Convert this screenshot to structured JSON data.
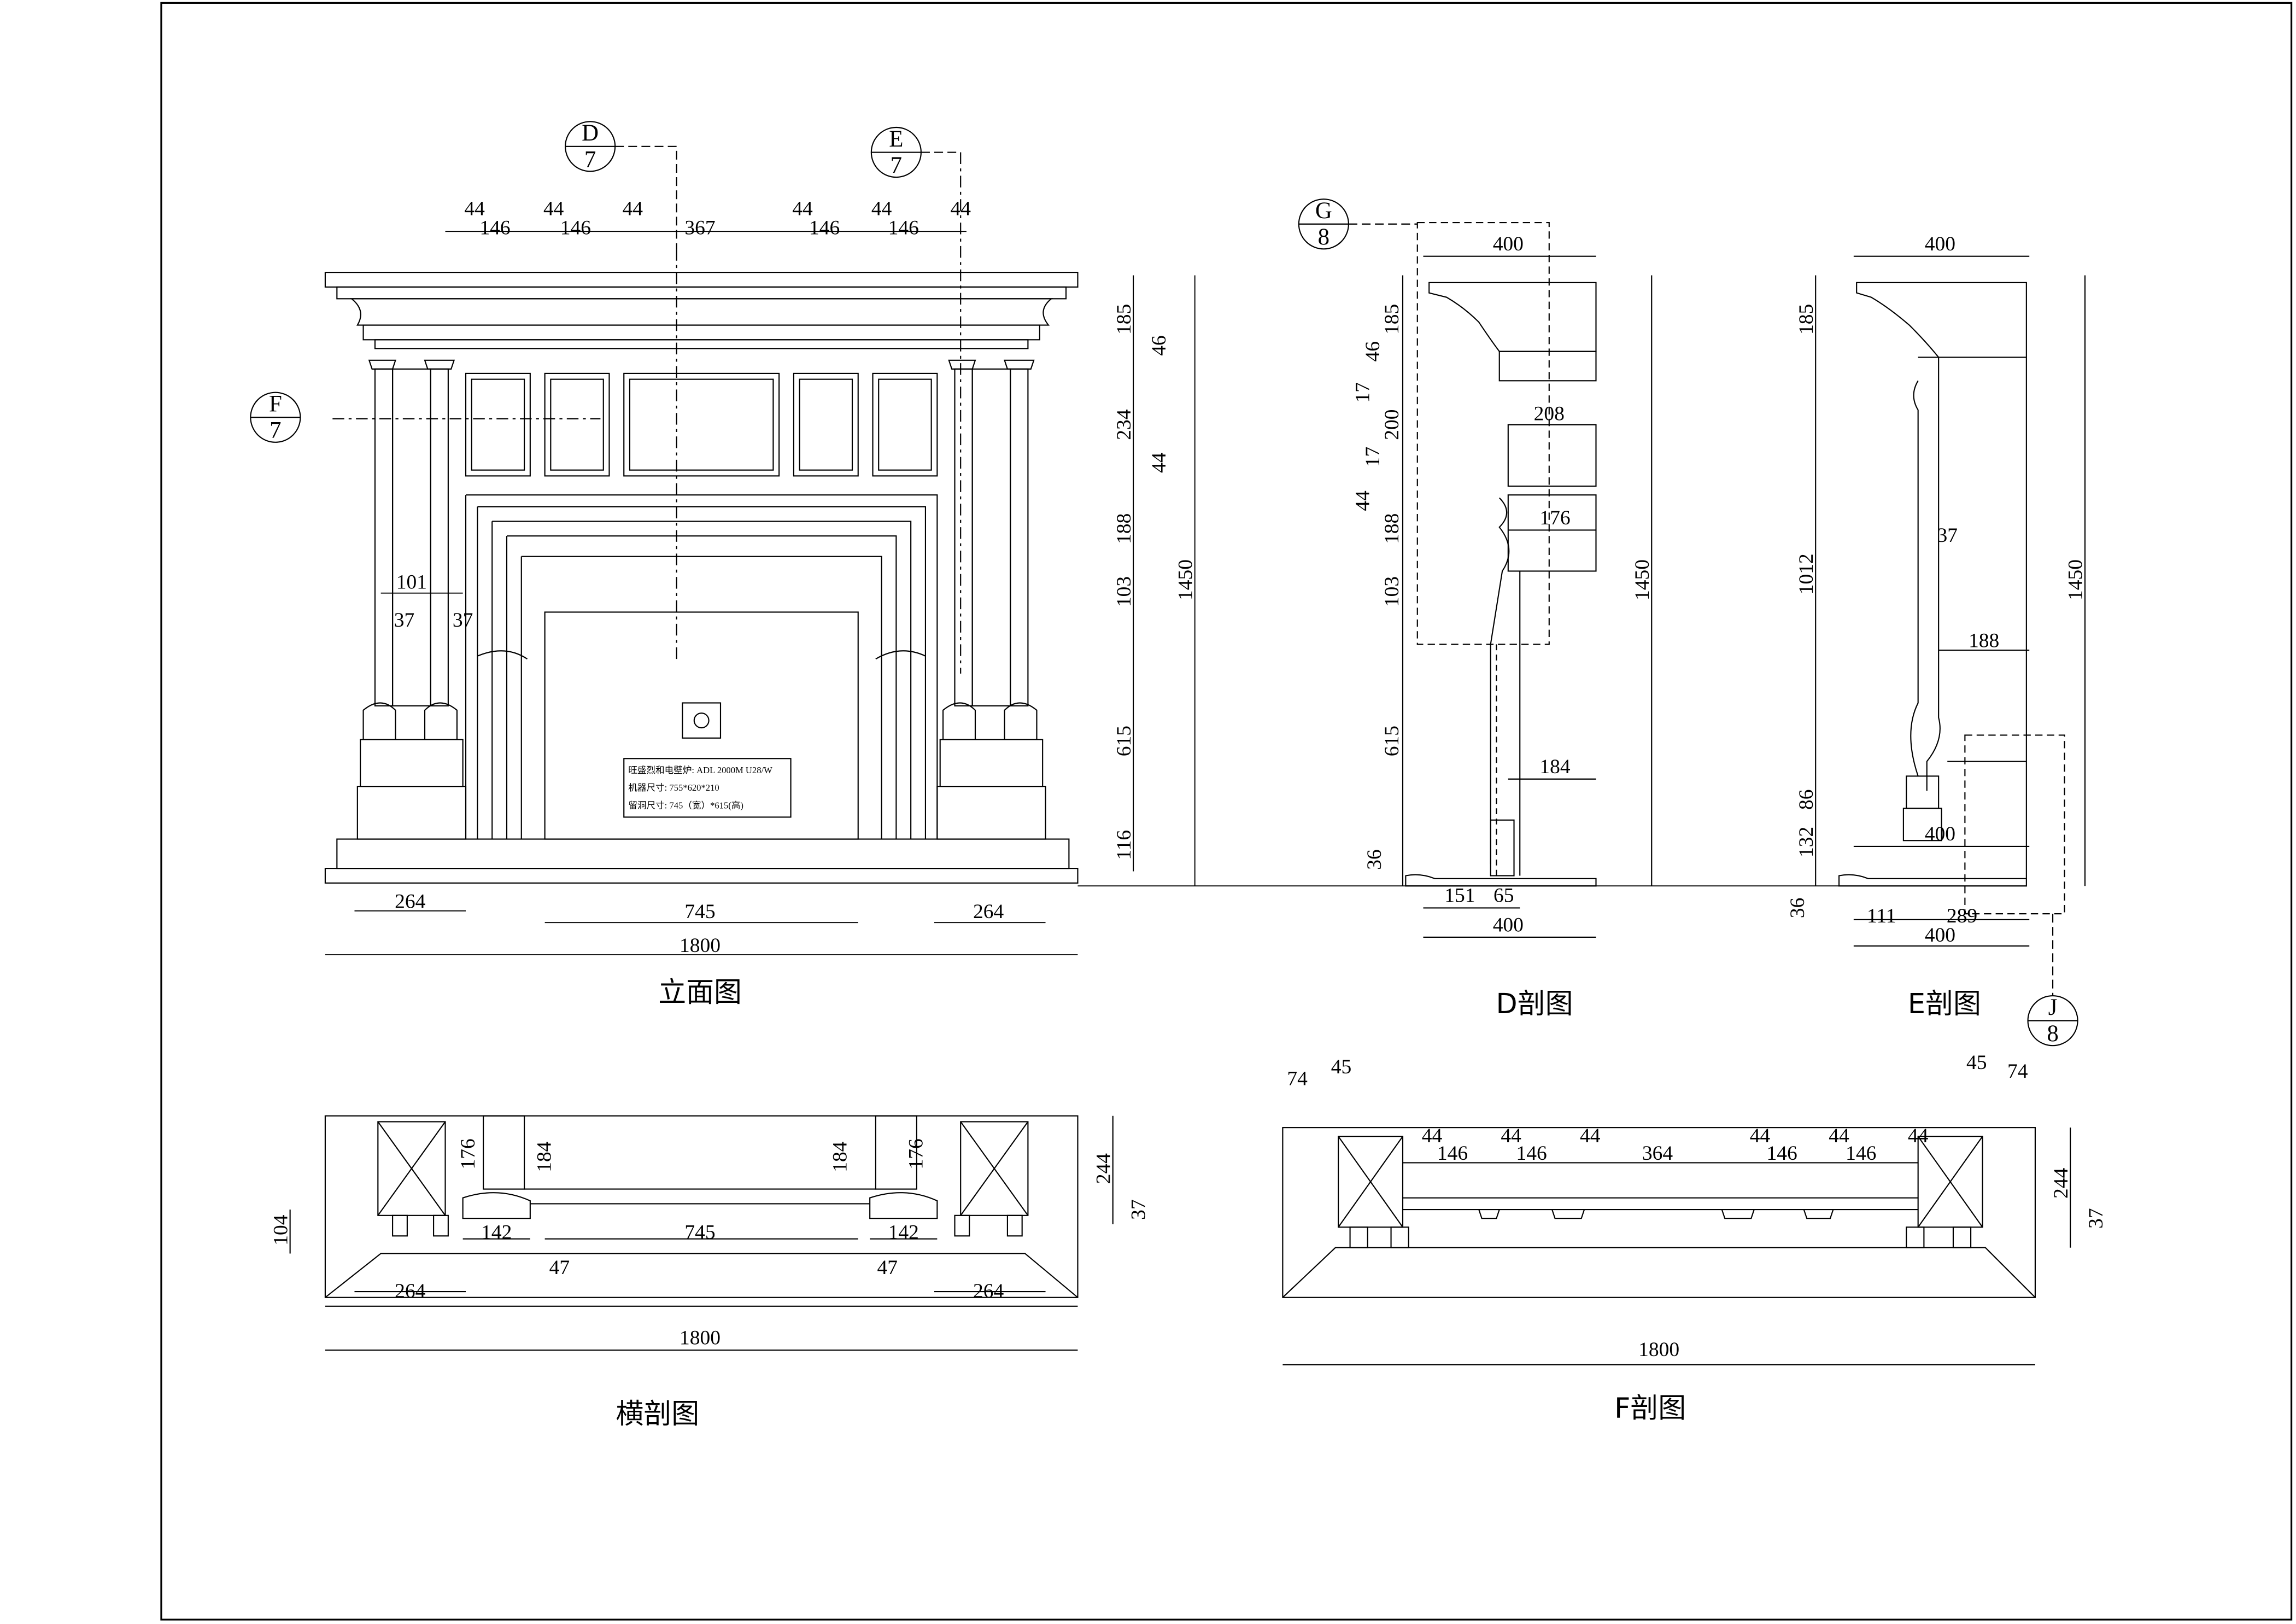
{
  "views": {
    "elevation": {
      "title": "立面图",
      "top_dims": [
        "44",
        "146",
        "44",
        "146",
        "44",
        "367",
        "44",
        "146",
        "44",
        "146",
        "44"
      ],
      "right_dims": [
        "185",
        "46",
        "234",
        "44",
        "188",
        "103",
        "615",
        "116"
      ],
      "total_height": "1450",
      "bottom_dims": [
        "264",
        "745",
        "264"
      ],
      "total_width": "1800",
      "column_dims": [
        "101",
        "37",
        "37"
      ],
      "note_lines": [
        "旺盛烈和电壁炉: ADL 2000M U28/W",
        "机器尺寸: 755*620*210",
        "留洞尺寸: 745（宽）*615(高)"
      ]
    },
    "section_d": {
      "title": "D剖图",
      "top_width": "400",
      "left_dims": [
        "185",
        "46",
        "17",
        "200",
        "17",
        "44",
        "188",
        "103",
        "615",
        "36"
      ],
      "inner_dims": [
        "208",
        "176",
        "184"
      ],
      "total_height": "1450",
      "bottom_dims": [
        "151",
        "65"
      ],
      "bottom_total": "400"
    },
    "section_e": {
      "title": "E剖图",
      "top_width": "400",
      "left_dims": [
        "185",
        "1012",
        "86",
        "132"
      ],
      "inner_dims": [
        "37",
        "188",
        "400"
      ],
      "total_height": "1450",
      "side_dim": "36",
      "bottom_dims": [
        "111",
        "289"
      ],
      "bottom_total": "400"
    },
    "plan": {
      "title": "横剖图",
      "vert_dims": [
        "176",
        "184",
        "184",
        "176"
      ],
      "right_dims": [
        "244",
        "37"
      ],
      "left_dim": "104",
      "inner_dims": [
        "142",
        "745",
        "142"
      ],
      "small_dims": [
        "47",
        "47"
      ],
      "bottom_dims": [
        "264",
        "264"
      ],
      "total_width": "1800"
    },
    "section_f": {
      "title": "F剖图",
      "corner_dims": [
        "74",
        "45",
        "45",
        "74"
      ],
      "top_dims": [
        "44",
        "146",
        "44",
        "146",
        "44",
        "364",
        "44",
        "146",
        "44",
        "146",
        "44"
      ],
      "right_dims": [
        "244",
        "37"
      ],
      "total_width": "1800"
    }
  },
  "callouts": [
    {
      "top": "D",
      "bottom": "7"
    },
    {
      "top": "E",
      "bottom": "7"
    },
    {
      "top": "F",
      "bottom": "7"
    },
    {
      "top": "G",
      "bottom": "8"
    },
    {
      "top": "J",
      "bottom": "8"
    }
  ]
}
